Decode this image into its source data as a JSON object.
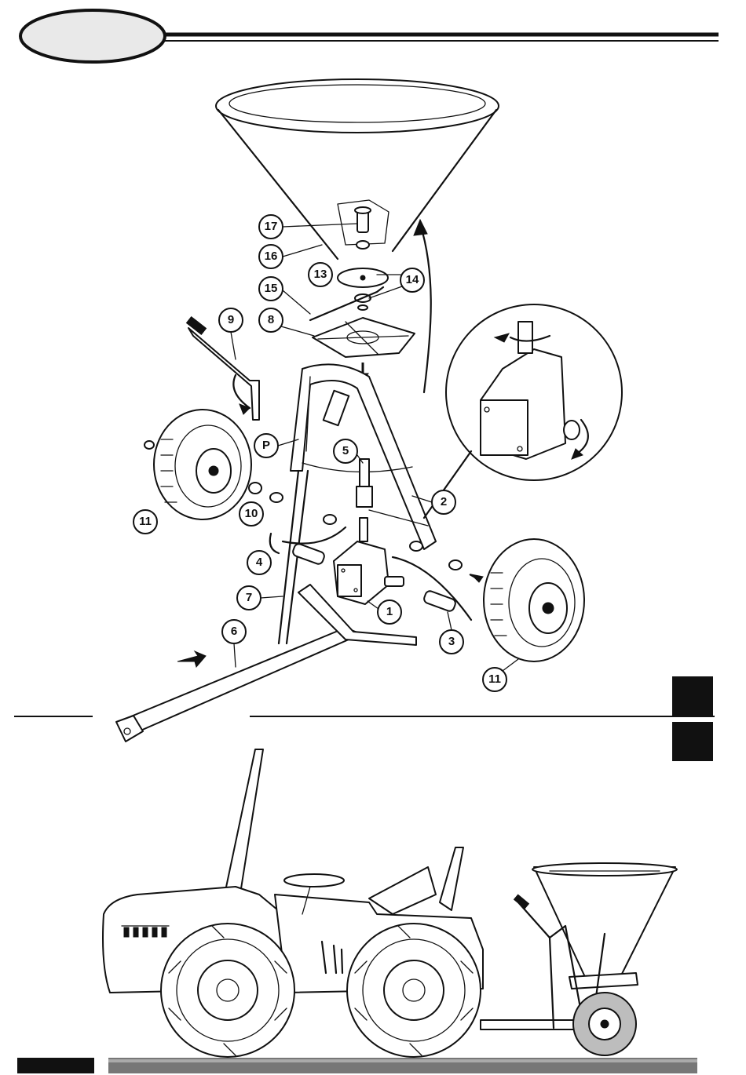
{
  "header": {
    "oval_label": ""
  },
  "callouts": [
    {
      "id": "c17",
      "label": "17"
    },
    {
      "id": "c16",
      "label": "16"
    },
    {
      "id": "c13",
      "label": "13"
    },
    {
      "id": "c14",
      "label": "14"
    },
    {
      "id": "c15",
      "label": "15"
    },
    {
      "id": "c9",
      "label": "9"
    },
    {
      "id": "c8",
      "label": "8"
    },
    {
      "id": "cP",
      "label": "P"
    },
    {
      "id": "c5",
      "label": "5"
    },
    {
      "id": "c2",
      "label": "2"
    },
    {
      "id": "c11a",
      "label": "11"
    },
    {
      "id": "c10",
      "label": "10"
    },
    {
      "id": "c4",
      "label": "4"
    },
    {
      "id": "c7",
      "label": "7"
    },
    {
      "id": "c1",
      "label": "1"
    },
    {
      "id": "c3",
      "label": "3"
    },
    {
      "id": "c6",
      "label": "6"
    },
    {
      "id": "c11b",
      "label": "11"
    }
  ],
  "side_tabs": {
    "count": 2
  },
  "icons": [
    "hopper",
    "spreader-disc",
    "gearbox-detail",
    "wheel",
    "drawbar",
    "tractor",
    "ground"
  ]
}
